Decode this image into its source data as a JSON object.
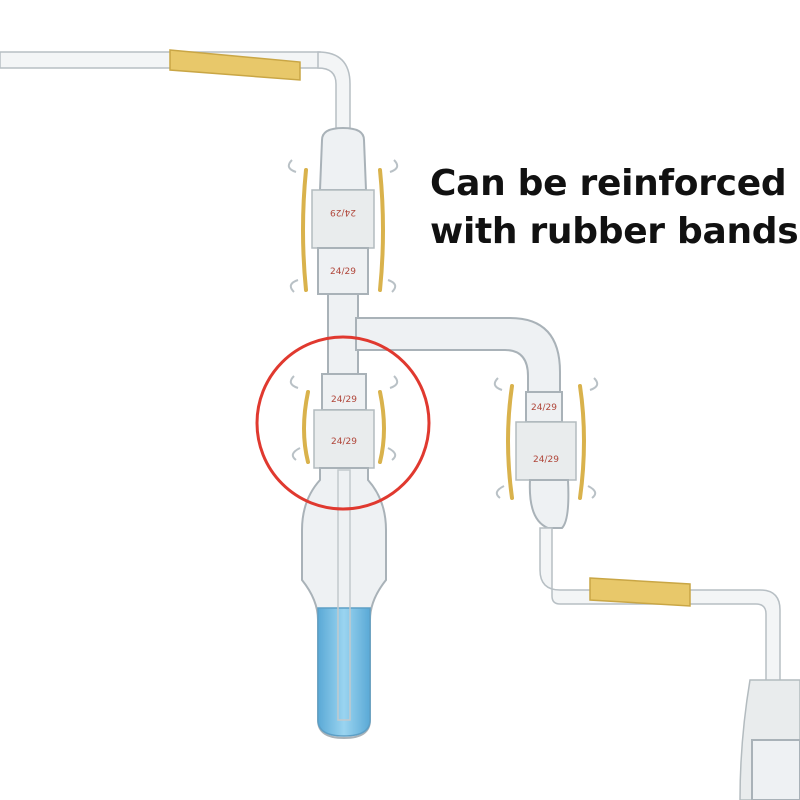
{
  "caption": {
    "line1": "Can be reinforced",
    "line2": "with rubber bands"
  },
  "joint_labels": {
    "top_upper": "24/29",
    "top_lower": "24/29",
    "middle_upper": "24/29",
    "middle_lower": "24/29",
    "side_upper": "24/29",
    "side_lower": "24/29"
  },
  "colors": {
    "highlight_circle": "#e0392f",
    "rubber_band": "#d9b24c",
    "liquid": "#7fc3e6",
    "glass_outline": "#a9b2b8"
  }
}
